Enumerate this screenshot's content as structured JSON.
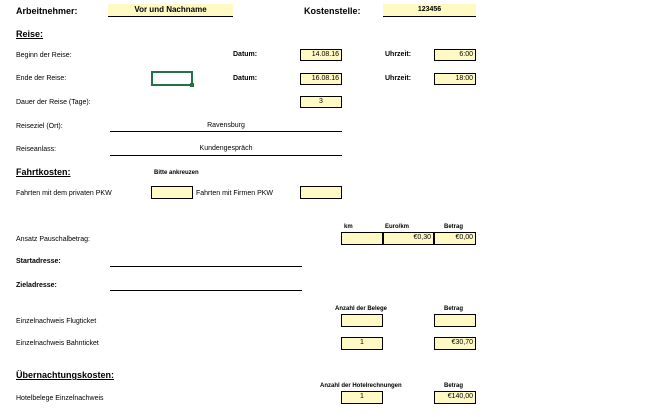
{
  "header": {
    "employee_label": "Arbeitnehmer:",
    "employee_value": "Vor und Nachname",
    "cost_center_label": "Kostenstelle:",
    "cost_center_value": "123456"
  },
  "travel": {
    "section_title": "Reise:",
    "start_label": "Beginn der Reise:",
    "end_label": "Ende der Reise:",
    "duration_label": "Dauer der Reise (Tage):",
    "destination_label": "Reiseziel (Ort):",
    "purpose_label": "Reiseanlass:",
    "date_label": "Datum:",
    "time_label": "Uhrzeit:",
    "start_date": "14.08.16",
    "start_time": "6:00",
    "end_date": "16.08.16",
    "end_time": "18:00",
    "duration_days": "3",
    "destination_value": "Ravensburg",
    "purpose_value": "Kundengespräch"
  },
  "travel_costs": {
    "section_title": "Fahrtkosten:",
    "hint": "Bitte ankreuzen",
    "private_car_label": "Fahrten mit dem privaten PKW",
    "company_car_label": "Fahrten mit Firmen PKW",
    "col_km": "km",
    "col_euro_per_km": "Euro/km",
    "col_amount": "Betrag",
    "flat_rate_label": "Ansatz Pauschalbetrag:",
    "euro_per_km_value": "€0,30",
    "flat_amount_value": "€0,00",
    "start_address_label": "Startadresse:",
    "destination_address_label": "Zieladresse:",
    "col_receipts": "Anzahl der Belege",
    "col_amount_2": "Betrag",
    "flight_label": "Einzelnachweis Flugticket",
    "train_label": "Einzelnachweis Bahnticket",
    "train_count": "1",
    "train_amount": "€30,70"
  },
  "accommodation": {
    "section_title": "Übernachtungskosten:",
    "col_hotel_bills": "Anzahl der Hotelrechnungen",
    "col_amount": "Betrag",
    "hotel_label": "Hotelbelege Einzelnachweis",
    "hotel_count": "1",
    "hotel_amount": "€140,00"
  }
}
